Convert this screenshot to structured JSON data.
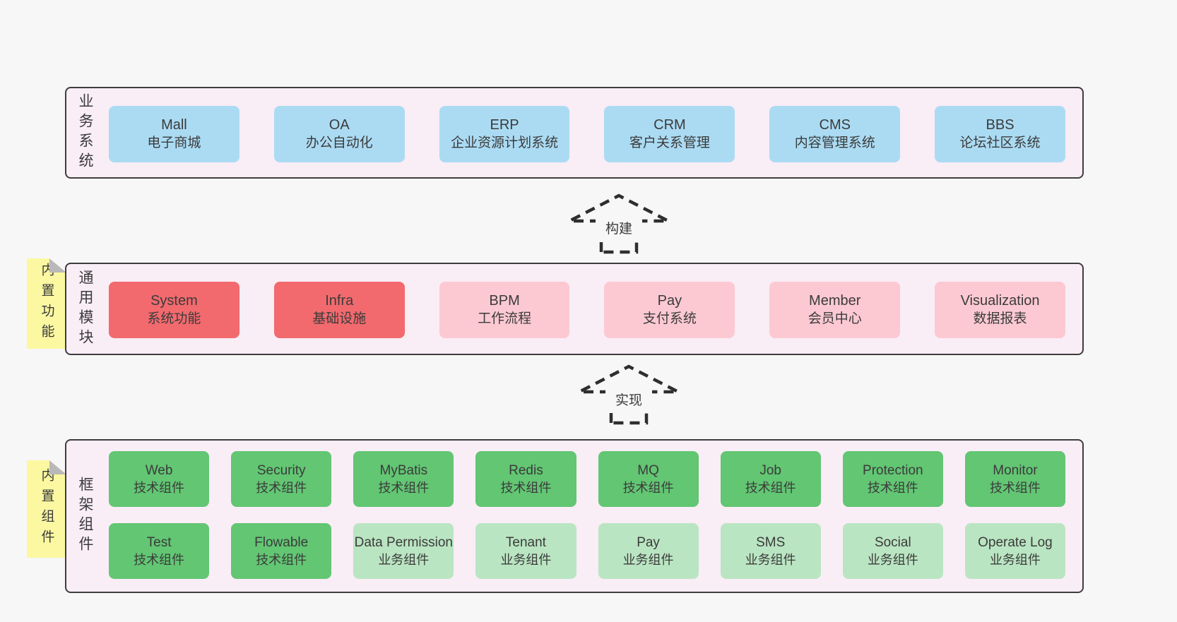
{
  "colors": {
    "background": "#f7f7f7",
    "panel_fill": "#f9edf6",
    "panel_border": "#3d3d3d",
    "box_blue": "#abdbf3",
    "box_red": "#f26a6e",
    "box_pink": "#fcc9d3",
    "box_green": "#62c673",
    "box_green_light": "#bae5c2",
    "note_yellow": "#fbf8a1",
    "note_fold": "#b9b9b9",
    "text": "#3b3b3b",
    "dash": "#2e2e2e"
  },
  "arrows": [
    {
      "label": "构建"
    },
    {
      "label": "实现"
    }
  ],
  "notes": [
    {
      "label": "内置功能"
    },
    {
      "label": "内置组件"
    }
  ],
  "panels": [
    {
      "label": "业务系统",
      "rows": [
        [
          {
            "title": "Mall",
            "subtitle": "电子商城",
            "type": "blue"
          },
          {
            "title": "OA",
            "subtitle": "办公自动化",
            "type": "blue"
          },
          {
            "title": "ERP",
            "subtitle": "企业资源计划系统",
            "type": "blue"
          },
          {
            "title": "CRM",
            "subtitle": "客户关系管理",
            "type": "blue"
          },
          {
            "title": "CMS",
            "subtitle": "内容管理系统",
            "type": "blue"
          },
          {
            "title": "BBS",
            "subtitle": "论坛社区系统",
            "type": "blue"
          }
        ]
      ]
    },
    {
      "label": "通用模块",
      "rows": [
        [
          {
            "title": "System",
            "subtitle": "系统功能",
            "type": "red"
          },
          {
            "title": "Infra",
            "subtitle": "基础设施",
            "type": "red"
          },
          {
            "title": "BPM",
            "subtitle": "工作流程",
            "type": "pink"
          },
          {
            "title": "Pay",
            "subtitle": "支付系统",
            "type": "pink"
          },
          {
            "title": "Member",
            "subtitle": "会员中心",
            "type": "pink"
          },
          {
            "title": "Visualization",
            "subtitle": "数据报表",
            "type": "pink"
          }
        ]
      ]
    },
    {
      "label": "框架组件",
      "rows": [
        [
          {
            "title": "Web",
            "subtitle": "技术组件",
            "type": "green"
          },
          {
            "title": "Security",
            "subtitle": "技术组件",
            "type": "green"
          },
          {
            "title": "MyBatis",
            "subtitle": "技术组件",
            "type": "green"
          },
          {
            "title": "Redis",
            "subtitle": "技术组件",
            "type": "green"
          },
          {
            "title": "MQ",
            "subtitle": "技术组件",
            "type": "green"
          },
          {
            "title": "Job",
            "subtitle": "技术组件",
            "type": "green"
          },
          {
            "title": "Protection",
            "subtitle": "技术组件",
            "type": "green"
          },
          {
            "title": "Monitor",
            "subtitle": "技术组件",
            "type": "green"
          }
        ],
        [
          {
            "title": "Test",
            "subtitle": "技术组件",
            "type": "green"
          },
          {
            "title": "Flowable",
            "subtitle": "技术组件",
            "type": "green"
          },
          {
            "title": "Data Permission",
            "subtitle": "业务组件",
            "type": "green-light"
          },
          {
            "title": "Tenant",
            "subtitle": "业务组件",
            "type": "green-light"
          },
          {
            "title": "Pay",
            "subtitle": "业务组件",
            "type": "green-light"
          },
          {
            "title": "SMS",
            "subtitle": "业务组件",
            "type": "green-light"
          },
          {
            "title": "Social",
            "subtitle": "业务组件",
            "type": "green-light"
          },
          {
            "title": "Operate Log",
            "subtitle": "业务组件",
            "type": "green-light"
          }
        ]
      ]
    }
  ]
}
